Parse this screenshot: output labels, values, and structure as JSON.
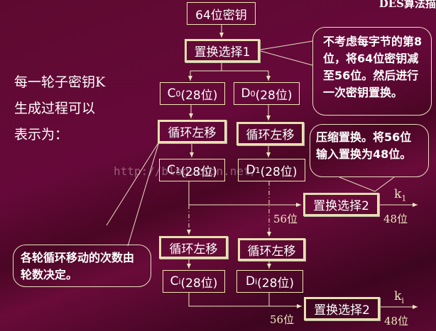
{
  "header": {
    "title": "DES算法描"
  },
  "intro": [
    "每一轮子密钥K",
    "生成过程可以",
    "表示为："
  ],
  "boxes": {
    "key64": "64位密钥",
    "pc1": "置换选择1",
    "c0": "C",
    "c0_sub": "0",
    "c0_rest": "(28位)",
    "d0": "D",
    "d0_sub": "0",
    "d0_rest": "(28位)",
    "shift": "循环左移",
    "c1": "C",
    "c1_sub": "1",
    "c1_rest": "(28位)",
    "d1": "D",
    "d1_sub": "1",
    "d1_rest": "(28位)",
    "ci": "C",
    "ci_sub": "i",
    "ci_rest": "(28位)",
    "di": "D",
    "di_sub": "i",
    "di_rest": "(28位)",
    "pc2": "置换选择2"
  },
  "labels": {
    "bits56": "56位",
    "bits48": "48位",
    "k": "k",
    "k1_sub": "1",
    "ki_sub": "i"
  },
  "callouts": {
    "pc1_note": "不考虑每字节的第8位，将64位密钥减至56位。然后进行一次密钥置换。",
    "pc2_note": "压缩置换。将56位输入置换为48位。",
    "shift_note": "各轮循环移动的次数由轮数决定。"
  },
  "watermark": "http://blog.csdn.net/"
}
